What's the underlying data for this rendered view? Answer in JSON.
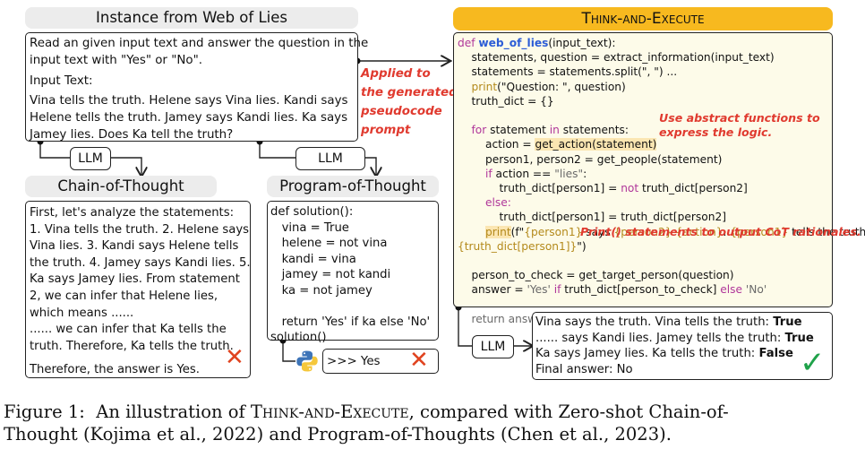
{
  "headers": {
    "instance": "Instance from Web of Lies",
    "think_execute": "Think-and-Execute",
    "cot": "Chain-of-Thought",
    "pot": "Program-of-Thought"
  },
  "instance": {
    "prompt": [
      "Read an given input text and answer the question in the",
      "input text with \"Yes\" or \"No\"."
    ],
    "input_label": "Input Text:",
    "input_text": [
      "Vina tells the truth. Helene says Vina lies. Kandi says",
      "Helene tells the truth. Jamey says Kandi lies. Ka says",
      "Jamey lies. Does Ka tell the truth?"
    ]
  },
  "applied_note": [
    "Applied to",
    "the generated",
    "pseudocode",
    "prompt"
  ],
  "llm_label": "LLM",
  "cot": {
    "lines": [
      "First, let's analyze the statements:",
      "1. Vina tells the truth. 2. Helene says",
      "Vina lies. 3. Kandi says Helene tells",
      "the truth. 4. Jamey says Kandi lies. 5.",
      "Ka says Jamey lies. From statement",
      "2, we can infer that Helene lies,",
      "which means ......",
      "...... we can infer that Ka tells the",
      "truth. Therefore, Ka tells the truth."
    ],
    "answer": "Therefore, the answer is Yes.",
    "mark": "✕"
  },
  "pot": {
    "lines": [
      "def solution():",
      "   vina = True",
      "   helene = not vina",
      "   kandi = vina",
      "   jamey = not kandi",
      "   ka = not jamey",
      "",
      "   return 'Yes' if ka else 'No'",
      "solution()"
    ],
    "result": ">>> Yes",
    "mark": "✕"
  },
  "code": {
    "def_kw": "def",
    "def_name": "web_of_lies",
    "def_args": "(input_text):",
    "l2": "    statements, question = extract_information(input_text)",
    "l3": "    statements = statements.split(\", \") ...",
    "l4_print": "    print",
    "l4_rest": "(\"Question: \", question)",
    "l5": "    truth_dict = {}",
    "l7_for": "    for",
    "l7_mid": " statement ",
    "l7_in": "in",
    "l7_rest": " statements:",
    "l8_pre": "        action = ",
    "l8_hl": "get_action(statement)",
    "l9": "        person1, person2 = get_people(statement)",
    "l10_if": "        if",
    "l10_mid": " action == ",
    "l10_str": "\"lies\"",
    "l10_end": ":",
    "l11_pre": "            truth_dict[person1] = ",
    "l11_not": "not",
    "l11_rest": " truth_dict[person2]",
    "l12": "        else:",
    "l13": "            truth_dict[person1] = truth_dict[person2]",
    "l14_print": "print",
    "l14_a": "(f\"",
    "l14_p1": "{person1}",
    "l14_b": " says ",
    "l14_p2": "{person2}",
    "l14_c": " ",
    "l14_ac": "{action}",
    "l14_d": ". ",
    "l14_p1b": "{person1}",
    "l14_e": " tells the truth:",
    "l15_td": "{truth_dict[person1]}",
    "l15_end": "\")",
    "l17": "    person_to_check = get_target_person(question)",
    "l18_pre": "    answer = ",
    "l18_yes": "'Yes'",
    "l18_if": " if",
    "l18_mid": " truth_dict[person_to_check] ",
    "l18_else": "else",
    "l18_no": " 'No'",
    "l20_ret": "    return",
    "l20_rest": " answer"
  },
  "notes": {
    "abstract": [
      "Use abstract functions to",
      "express the logic."
    ],
    "print_note": "Print() statements to output CoT rationales."
  },
  "output": {
    "l1_a": "Vina says the truth. Vina tells the truth: ",
    "l1_b": "True",
    "l2_a": "...... says Kandi lies. Jamey tells the truth: ",
    "l2_b": "True",
    "l3_a": "Ka says Jamey lies. Ka tells the truth: ",
    "l3_b": "False",
    "l4": "Final answer: No",
    "mark": "✓"
  },
  "caption": {
    "fig": "Figure 1:",
    "a": "An illustration of",
    "method": "Think-and-Execute",
    "b": ", compared with Zero-shot Chain-of-",
    "c": "Thought (Kojima et al., 2022) and Program-of-Thoughts (Chen et al., 2023)."
  },
  "colors": {
    "orange": "#f7b91f",
    "red": "#e03a2f",
    "green": "#1fa24a",
    "code_bg": "#fdfbe9"
  }
}
